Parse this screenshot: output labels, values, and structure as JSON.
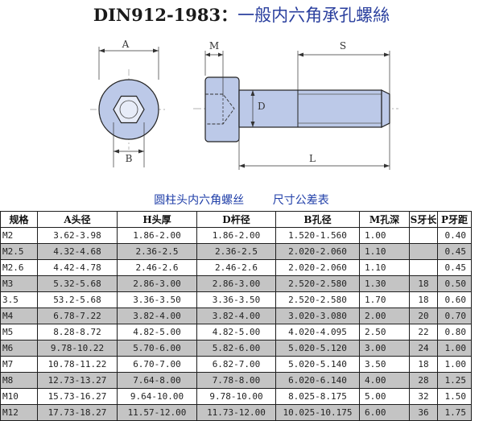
{
  "title": {
    "standard": "DIN912-1983：",
    "name": "一般内六角承孔螺絲"
  },
  "figure_labels": {
    "A": "A",
    "B": "B",
    "M": "M",
    "S": "S",
    "D": "D",
    "L": "L"
  },
  "table_caption": "圆柱头内六角螺丝        尺寸公差表",
  "columns": [
    "规格",
    "A头径",
    "H头厚",
    "D杆径",
    "B孔径",
    "M孔深",
    "S牙长",
    "P牙距"
  ],
  "rows": [
    [
      "M2",
      "3.62-3.98",
      "1.86-2.00",
      "1.86-2.00",
      "1.520-1.560",
      "1.00",
      "",
      "0.40"
    ],
    [
      "M2.5",
      "4.32-4.68",
      "2.36-2.5",
      "2.36-2.5",
      "2.020-2.060",
      "1.10",
      "",
      "0.45"
    ],
    [
      "M2.6",
      "4.42-4.78",
      "2.46-2.6",
      "2.46-2.6",
      "2.020-2.060",
      "1.10",
      "",
      "0.45"
    ],
    [
      "M3",
      "5.32-5.68",
      "2.86-3.00",
      "2.86-3.00",
      "2.520-2.580",
      "1.30",
      "18",
      "0.50"
    ],
    [
      "3.5",
      "53.2-5.68",
      "3.36-3.50",
      "3.36-3.50",
      "2.520-2.580",
      "1.70",
      "18",
      "0.60"
    ],
    [
      "M4",
      "6.78-7.22",
      "3.82-4.00",
      "3.82-4.00",
      "3.020-3.080",
      "2.00",
      "20",
      "0.70"
    ],
    [
      "M5",
      "8.28-8.72",
      "4.82-5.00",
      "4.82-5.00",
      "4.020-4.095",
      "2.50",
      "22",
      "0.80"
    ],
    [
      "M6",
      "9.78-10.22",
      "5.70-6.00",
      "5.82-6.00",
      "5.020-5.120",
      "3.00",
      "24",
      "1.00"
    ],
    [
      "M7",
      "10.78-11.22",
      "6.70-7.00",
      "6.82-7.00",
      "5.020-5.140",
      "3.50",
      "18",
      "1.00"
    ],
    [
      "M8",
      "12.73-13.27",
      "7.64-8.00",
      "7.78-8.00",
      "6.020-6.140",
      "4.00",
      "28",
      "1.25"
    ],
    [
      "M10",
      "15.73-16.27",
      "9.64-10.00",
      "9.78-10.00",
      "8.025-8.175",
      "5.00",
      "32",
      "1.50"
    ],
    [
      "M12",
      "17.73-18.27",
      "11.57-12.00",
      "11.73-12.00",
      "10.025-10.175",
      "6.00",
      "36",
      "1.75"
    ]
  ],
  "colors": {
    "title_cn": "#2a3f9e",
    "caption": "#1f3ea8",
    "bolt_fill": "#bcc9e8",
    "row_alt": "#c4c4c4"
  }
}
